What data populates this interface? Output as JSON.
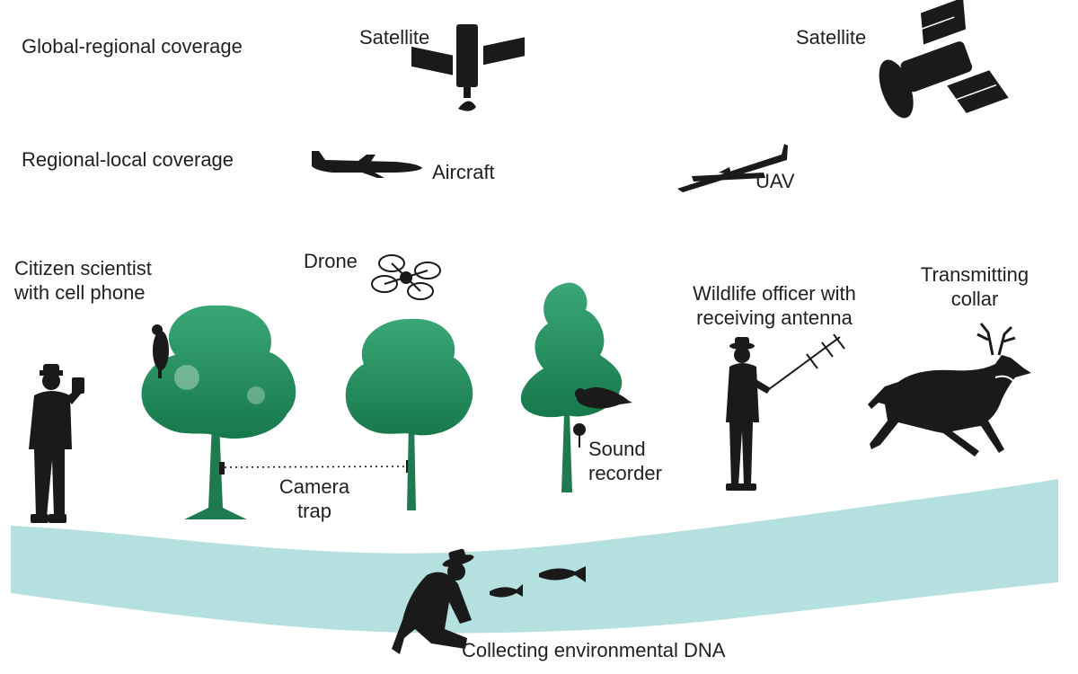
{
  "tiers": {
    "global": "Global-regional coverage",
    "regional": "Regional-local coverage"
  },
  "labels": {
    "satellite_1": "Satellite",
    "satellite_2": "Satellite",
    "aircraft": "Aircraft",
    "uav": "UAV",
    "drone": "Drone",
    "citizen_1": "Citizen scientist",
    "citizen_2": "with cell phone",
    "camera_1": "Camera",
    "camera_2": "trap",
    "sound_1": "Sound",
    "sound_2": "recorder",
    "officer_1": "Wildlife officer with",
    "officer_2": "receiving antenna",
    "collar_1": "Transmitting",
    "collar_2": "collar",
    "edna": "Collecting environmental DNA"
  },
  "colors": {
    "silhouette": "#1a1a1a",
    "tree_green": "#1f8a5a",
    "tree_light": "#3aa776",
    "water": "#b4e0df",
    "text": "#231f20"
  },
  "icons": [
    "satellite-icon",
    "aircraft-icon",
    "uav-icon",
    "drone-icon",
    "tree-icon",
    "person-icon",
    "hawk-icon",
    "bird-icon",
    "deer-icon",
    "fish-icon",
    "antenna-icon"
  ]
}
